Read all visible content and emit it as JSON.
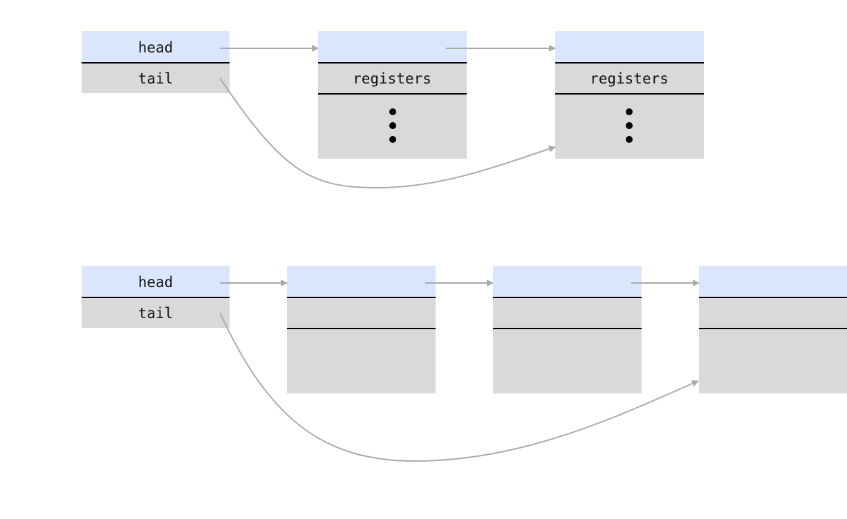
{
  "colors": {
    "header_fill": "#dae6fc",
    "body_fill": "#d9d9d9",
    "divider": "#000000",
    "arrow": "#aaaaaa",
    "dot": "#000000",
    "text": "#111111"
  },
  "diagram_top": {
    "queue": {
      "head_label": "head",
      "tail_label": "tail"
    },
    "nodes": [
      {
        "row2_label": "registers",
        "has_ellipsis": true
      },
      {
        "row2_label": "registers",
        "has_ellipsis": true
      }
    ]
  },
  "diagram_bottom": {
    "queue": {
      "head_label": "head",
      "tail_label": "tail"
    },
    "nodes": [
      {
        "row2_label": "",
        "has_ellipsis": false
      },
      {
        "row2_label": "",
        "has_ellipsis": false
      },
      {
        "row2_label": "",
        "has_ellipsis": false
      }
    ]
  }
}
